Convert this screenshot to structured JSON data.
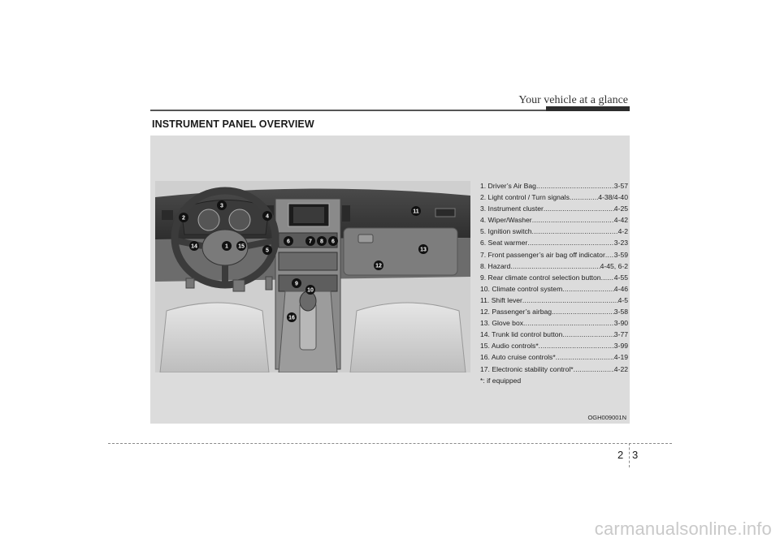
{
  "header": {
    "title": "Your vehicle at a glance"
  },
  "section": {
    "title": "INSTRUMENT PANEL OVERVIEW"
  },
  "legend": [
    {
      "label": "1. Driver’s Air Bag ",
      "page": "3-57"
    },
    {
      "label": "2. Light control / Turn signals",
      "page": "4-38/4-40"
    },
    {
      "label": "3. Instrument cluster ",
      "page": "4-25"
    },
    {
      "label": "4. Wiper/Washer ",
      "page": "4-42"
    },
    {
      "label": "5. Ignition switch ",
      "page": "4-2"
    },
    {
      "label": "6. Seat warmer ",
      "page": "3-23"
    },
    {
      "label": "7. Front passenger’s air bag off indicator ",
      "page": "3-59"
    },
    {
      "label": "8. Hazard ",
      "page": "4-45, 6-2"
    },
    {
      "label": "9. Rear climate control selection button ",
      "page": "4-55"
    },
    {
      "label": "10. Climate control system ",
      "page": "4-46"
    },
    {
      "label": "11. Shift lever ",
      "page": "4-5"
    },
    {
      "label": "12. Passenger’s airbag ",
      "page": "3-58"
    },
    {
      "label": "13. Glove box",
      "page": "3-90"
    },
    {
      "label": "14. Trunk lid control button",
      "page": "3-77"
    },
    {
      "label": "15. Audio controls* ",
      "page": "3-99"
    },
    {
      "label": "16. Auto cruise controls* ",
      "page": "4-19"
    },
    {
      "label": "17. Electronic stability control* ",
      "page": "4-22"
    }
  ],
  "footnote": "*: if equipped",
  "figure_code": "OGH009001N",
  "page": {
    "chapter": "2",
    "number": "3"
  },
  "watermark": "carmanualsonline.info",
  "callouts": [
    "1",
    "2",
    "3",
    "4",
    "5",
    "6",
    "7",
    "8",
    "6",
    "9",
    "10",
    "11",
    "12",
    "13",
    "14",
    "15",
    "16"
  ]
}
